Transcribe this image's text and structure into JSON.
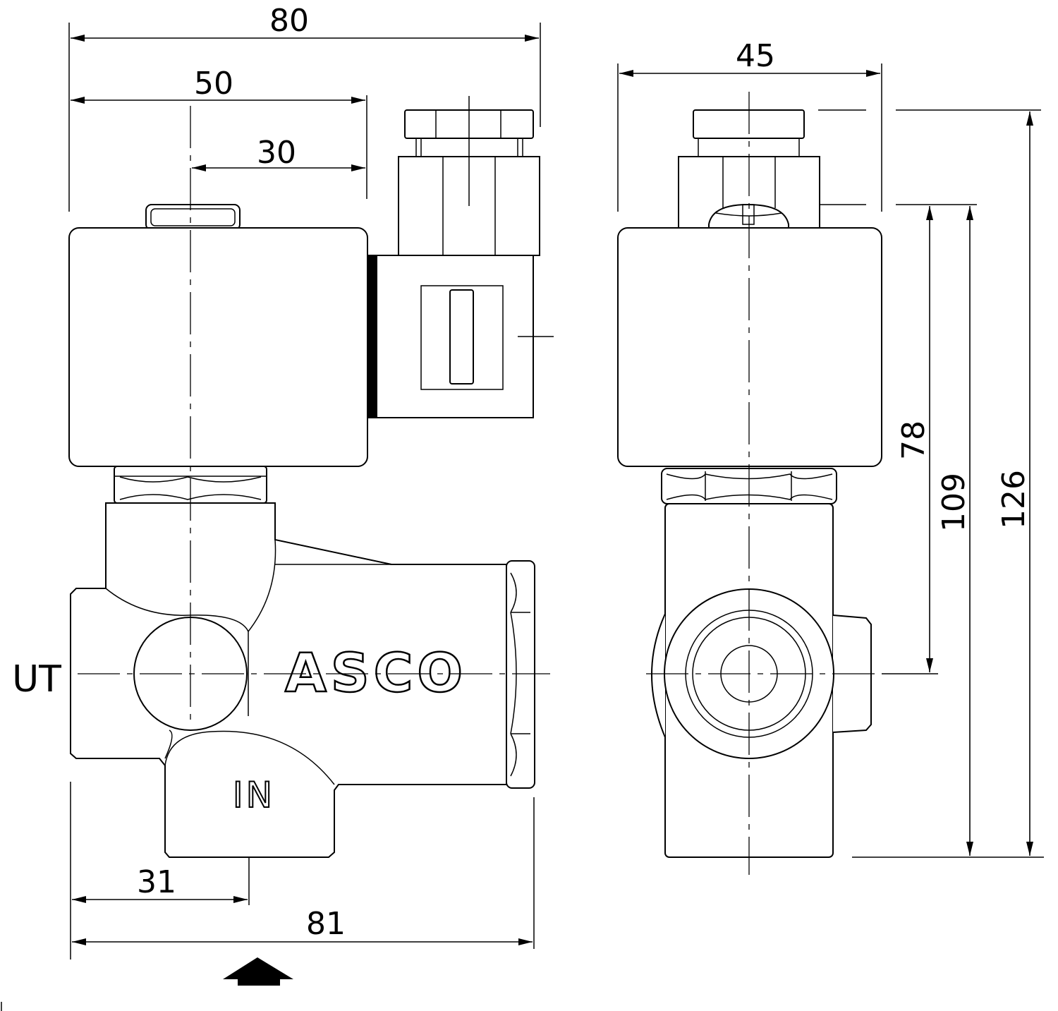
{
  "brand": "ASCO",
  "ports": {
    "outlet": "UT",
    "inlet": "IN"
  },
  "front_view": {
    "dimensions": {
      "overall_width": "80",
      "coil_width": "50",
      "connector_offset": "30",
      "inlet_offset": "31",
      "body_length": "81"
    }
  },
  "side_view": {
    "dimensions": {
      "width": "45",
      "connector_to_port": "78",
      "body_to_port": "109",
      "overall_height": "126"
    }
  },
  "icons": [
    "flow-direction-arrow-icon"
  ]
}
